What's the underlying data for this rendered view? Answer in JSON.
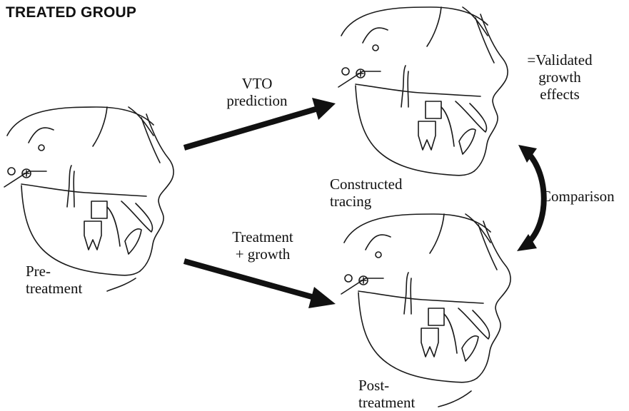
{
  "title": "TREATED GROUP",
  "labels": {
    "vto_line1": "VTO",
    "vto_line2": "prediction",
    "treatment_line1": "Treatment",
    "treatment_line2": "+ growth",
    "validated_line1": "=Validated",
    "validated_line2": "growth",
    "validated_line3": "effects",
    "constructed_line1": "Constructed",
    "constructed_line2": "tracing",
    "comparison": "Comparison",
    "pre_line1": "Pre-",
    "pre_line2": "treatment",
    "post_line1": "Post-",
    "post_line2": "treatment"
  },
  "colors": {
    "ink": "#111111",
    "background": "#ffffff"
  }
}
